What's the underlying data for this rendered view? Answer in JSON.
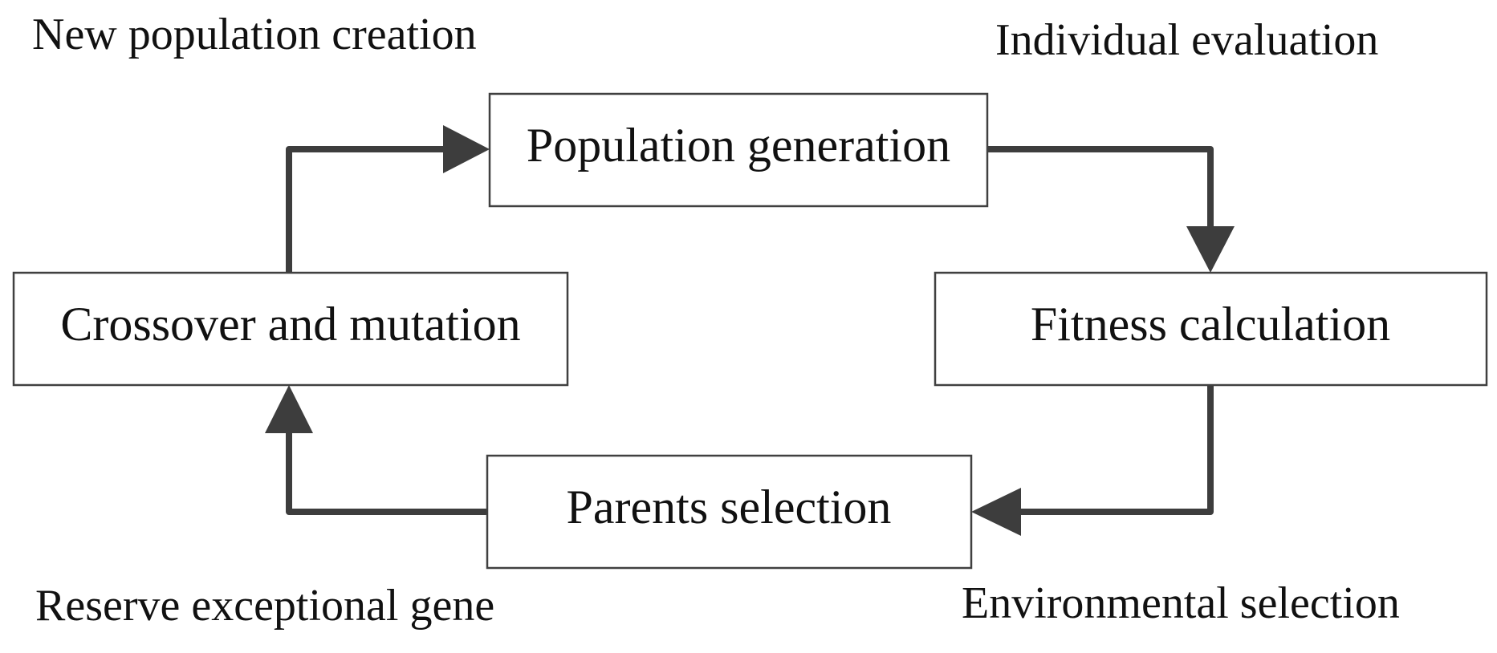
{
  "nodes": {
    "population_generation": "Population generation",
    "fitness_calculation": "Fitness calculation",
    "parents_selection": "Parents selection",
    "crossover_and_mutation": "Crossover and mutation"
  },
  "labels": {
    "new_population_creation": "New population creation",
    "individual_evaluation": "Individual evaluation",
    "reserve_exceptional_gene": "Reserve exceptional gene",
    "environmental_selection": "Environmental selection"
  },
  "colors": {
    "stroke": "#3d3d3d",
    "box_border": "#404040",
    "text": "#111111",
    "background": "#ffffff"
  }
}
